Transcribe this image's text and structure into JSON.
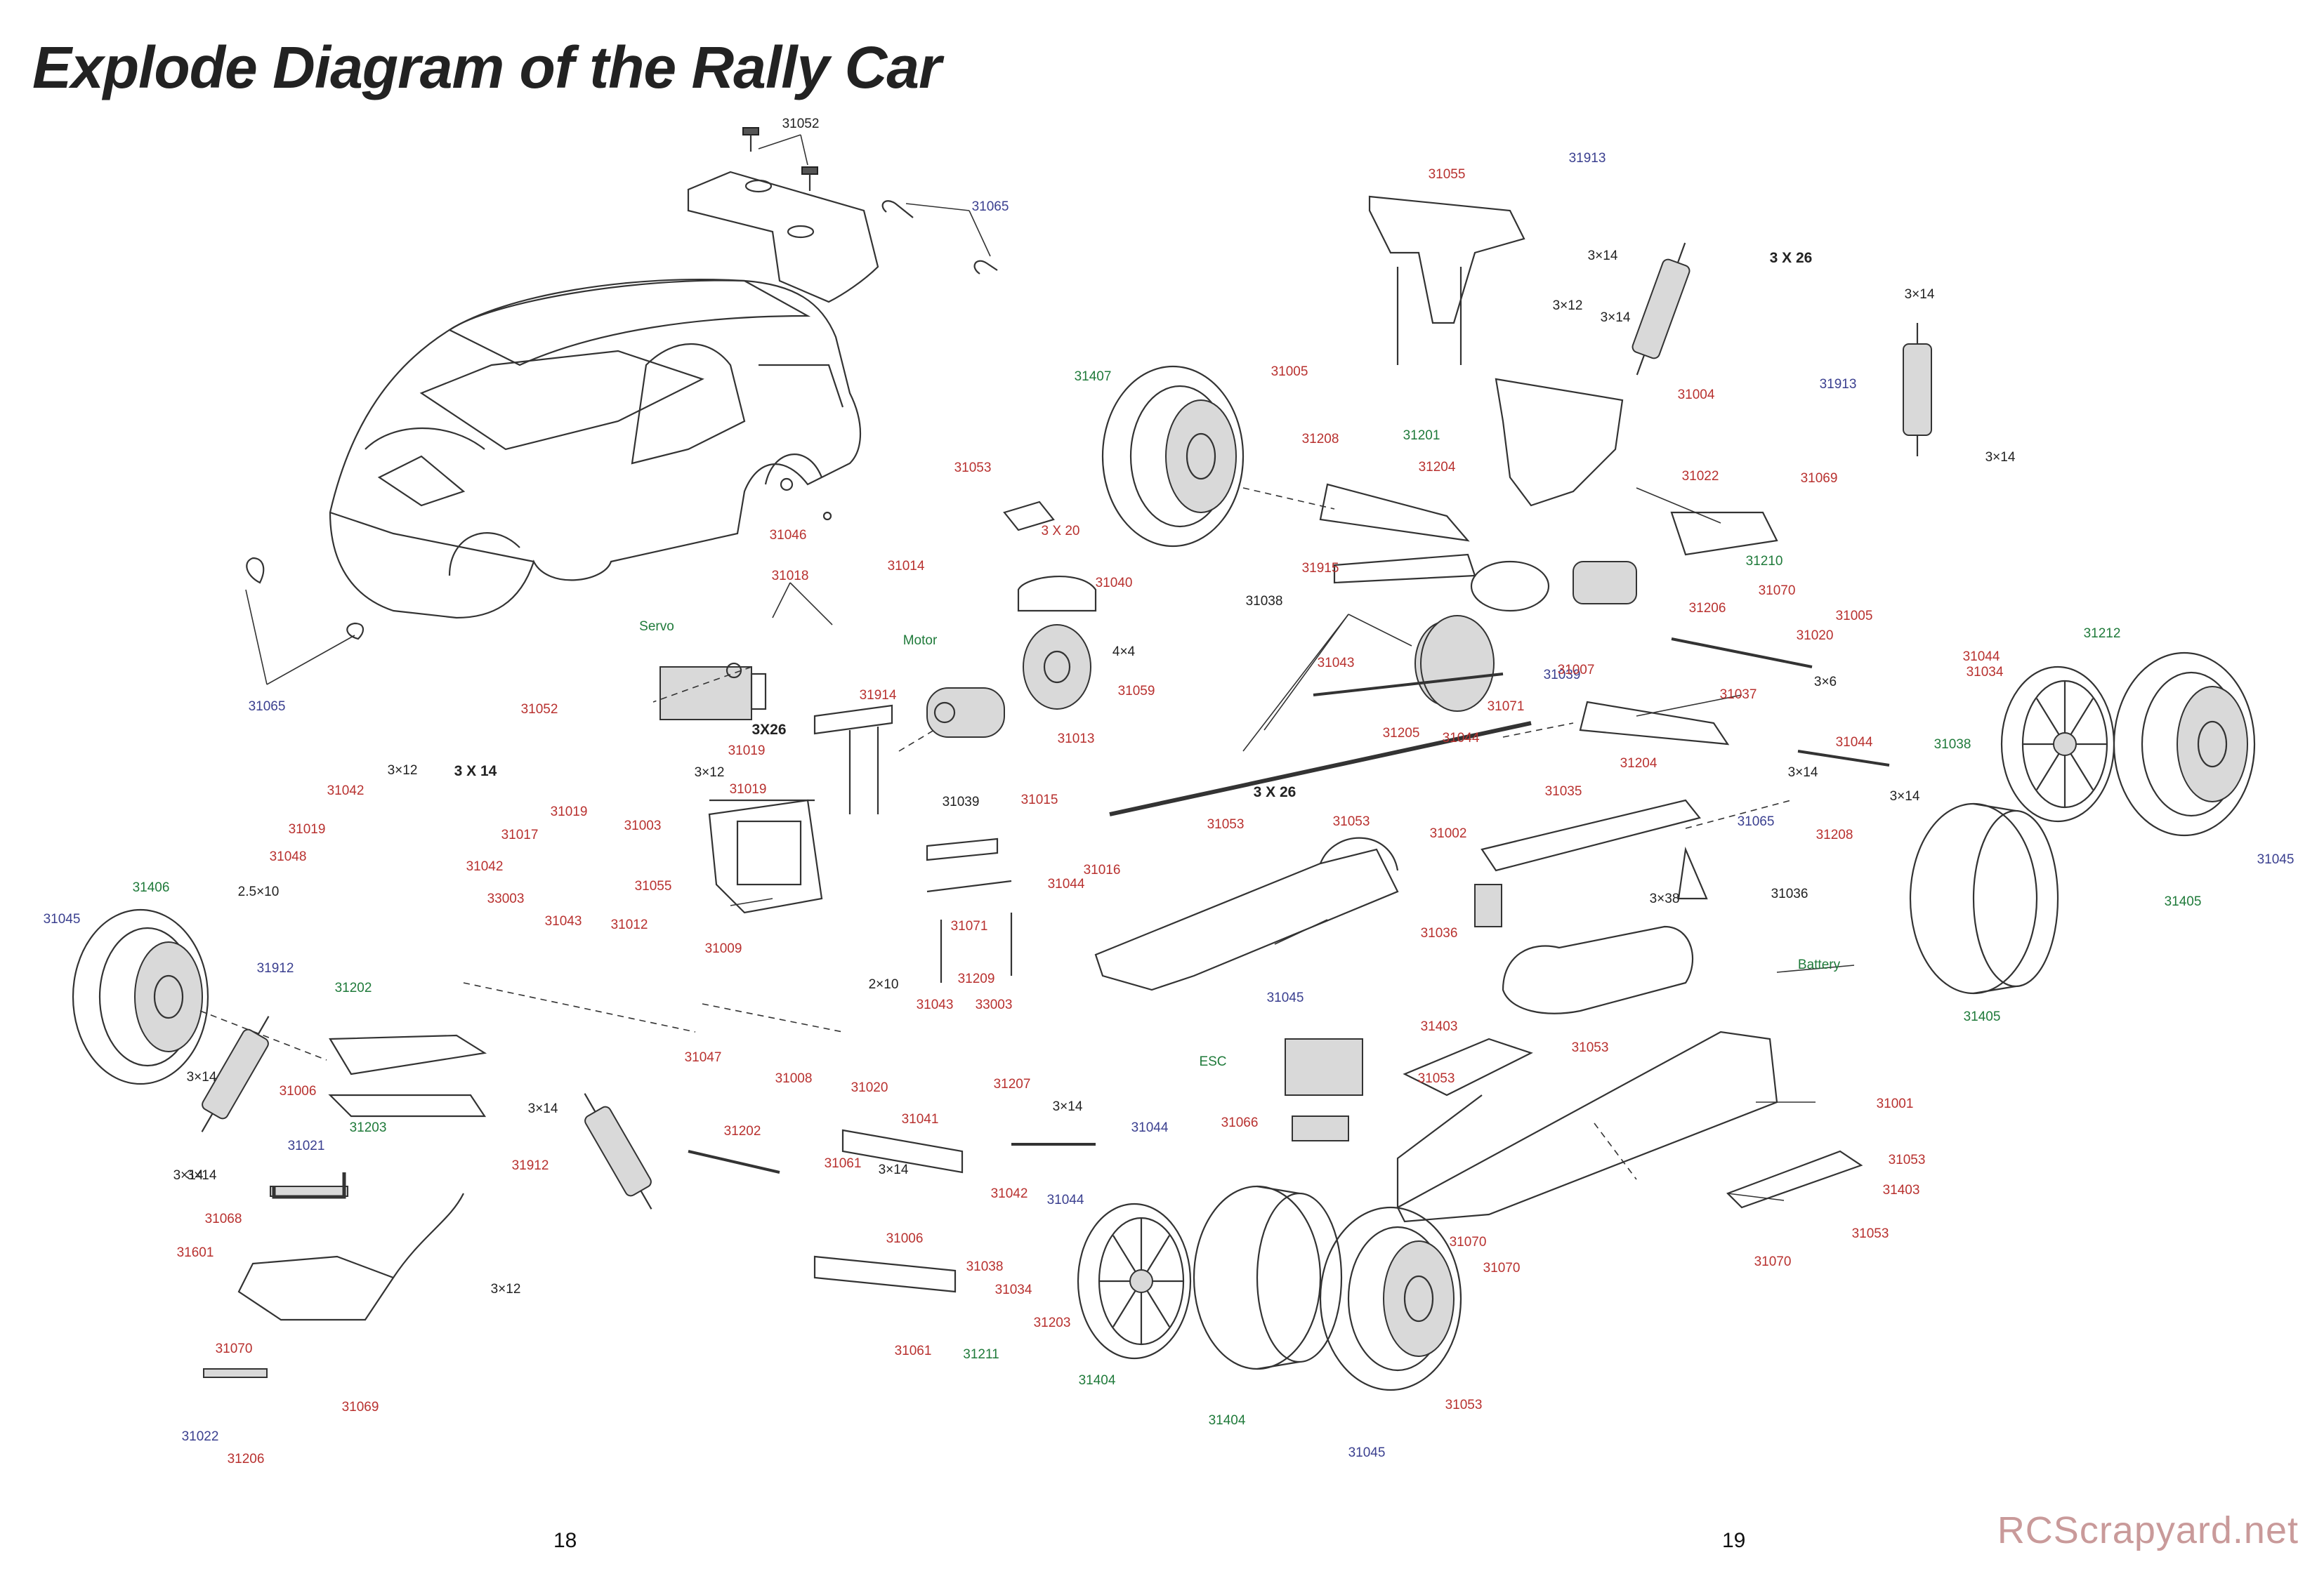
{
  "title": "Explode Diagram of the Rally Car",
  "page_left": "18",
  "page_right": "19",
  "watermark": "RCScrapyard.net",
  "colors": {
    "red": "#b8312f",
    "blue": "#3a3f8f",
    "green": "#1f7a3a",
    "black": "#222222"
  },
  "labels": [
    {
      "text": "31052",
      "color": "black"
    },
    {
      "text": "31065",
      "color": "blue"
    },
    {
      "text": "31046",
      "color": "red"
    },
    {
      "text": "31065",
      "color": "blue"
    },
    {
      "text": "31018",
      "color": "red"
    },
    {
      "text": "Servo",
      "color": "green"
    },
    {
      "text": "31052",
      "color": "red"
    },
    {
      "text": "Motor",
      "color": "green"
    },
    {
      "text": "31053",
      "color": "red"
    },
    {
      "text": "3 X 20",
      "color": "red"
    },
    {
      "text": "31014",
      "color": "red"
    },
    {
      "text": "31040",
      "color": "red"
    },
    {
      "text": "4×4",
      "color": "black"
    },
    {
      "text": "31059",
      "color": "red"
    },
    {
      "text": "31013",
      "color": "red"
    },
    {
      "text": "31914",
      "color": "red"
    },
    {
      "text": "3X26",
      "color": "black",
      "bold": true
    },
    {
      "text": "3×12",
      "color": "black"
    },
    {
      "text": "31003",
      "color": "red"
    },
    {
      "text": "31055",
      "color": "red"
    },
    {
      "text": "31019",
      "color": "red"
    },
    {
      "text": "3 X 14",
      "color": "black",
      "bold": true
    },
    {
      "text": "3×12",
      "color": "black"
    },
    {
      "text": "31042",
      "color": "red"
    },
    {
      "text": "31019",
      "color": "red"
    },
    {
      "text": "31019",
      "color": "red"
    },
    {
      "text": "31017",
      "color": "red"
    },
    {
      "text": "31042",
      "color": "red"
    },
    {
      "text": "31019",
      "color": "red"
    },
    {
      "text": "31048",
      "color": "red"
    },
    {
      "text": "2.5×10",
      "color": "black"
    },
    {
      "text": "31406",
      "color": "green"
    },
    {
      "text": "31045",
      "color": "blue"
    },
    {
      "text": "33003",
      "color": "red"
    },
    {
      "text": "31043",
      "color": "red"
    },
    {
      "text": "31012",
      "color": "red"
    },
    {
      "text": "31009",
      "color": "red"
    },
    {
      "text": "31912",
      "color": "blue"
    },
    {
      "text": "31202",
      "color": "green"
    },
    {
      "text": "3×14",
      "color": "black"
    },
    {
      "text": "31006",
      "color": "red"
    },
    {
      "text": "31203",
      "color": "green"
    },
    {
      "text": "31047",
      "color": "red"
    },
    {
      "text": "31008",
      "color": "red"
    },
    {
      "text": "2×10",
      "color": "black"
    },
    {
      "text": "31043",
      "color": "red"
    },
    {
      "text": "33003",
      "color": "red"
    },
    {
      "text": "3×14",
      "color": "black"
    },
    {
      "text": "3×14",
      "color": "black"
    },
    {
      "text": "31021",
      "color": "blue"
    },
    {
      "text": "31912",
      "color": "red"
    },
    {
      "text": "31068",
      "color": "red"
    },
    {
      "text": "3×14",
      "color": "black"
    },
    {
      "text": "31601",
      "color": "red"
    },
    {
      "text": "3×12",
      "color": "black"
    },
    {
      "text": "31070",
      "color": "red"
    },
    {
      "text": "31069",
      "color": "red"
    },
    {
      "text": "31022",
      "color": "blue"
    },
    {
      "text": "31206",
      "color": "red"
    },
    {
      "text": "31202",
      "color": "red"
    },
    {
      "text": "31020",
      "color": "red"
    },
    {
      "text": "31061",
      "color": "red"
    },
    {
      "text": "31041",
      "color": "red"
    },
    {
      "text": "3×14",
      "color": "black"
    },
    {
      "text": "31207",
      "color": "red"
    },
    {
      "text": "3×14",
      "color": "black"
    },
    {
      "text": "31044",
      "color": "blue"
    },
    {
      "text": "31042",
      "color": "red"
    },
    {
      "text": "31044",
      "color": "blue"
    },
    {
      "text": "31006",
      "color": "red"
    },
    {
      "text": "31038",
      "color": "red"
    },
    {
      "text": "31034",
      "color": "red"
    },
    {
      "text": "31203",
      "color": "red"
    },
    {
      "text": "31061",
      "color": "red"
    },
    {
      "text": "31211",
      "color": "green"
    },
    {
      "text": "31404",
      "color": "green"
    },
    {
      "text": "31404",
      "color": "green"
    },
    {
      "text": "31045",
      "color": "blue"
    },
    {
      "text": "31053",
      "color": "red"
    },
    {
      "text": "31039",
      "color": "black"
    },
    {
      "text": "31015",
      "color": "red"
    },
    {
      "text": "31071",
      "color": "red"
    },
    {
      "text": "31044",
      "color": "red"
    },
    {
      "text": "31016",
      "color": "red"
    },
    {
      "text": "31209",
      "color": "red"
    },
    {
      "text": "31038",
      "color": "black"
    },
    {
      "text": "31043",
      "color": "red"
    },
    {
      "text": "31205",
      "color": "red"
    },
    {
      "text": "3 X 26",
      "color": "black",
      "bold": true
    },
    {
      "text": "31053",
      "color": "red"
    },
    {
      "text": "31053",
      "color": "red"
    },
    {
      "text": "31002",
      "color": "red"
    },
    {
      "text": "31045",
      "color": "blue"
    },
    {
      "text": "31407",
      "color": "green"
    },
    {
      "text": "31005",
      "color": "red"
    },
    {
      "text": "31208",
      "color": "red"
    },
    {
      "text": "31204",
      "color": "red"
    },
    {
      "text": "31915",
      "color": "red"
    },
    {
      "text": "31055",
      "color": "red"
    },
    {
      "text": "31913",
      "color": "blue"
    },
    {
      "text": "3×14",
      "color": "black"
    },
    {
      "text": "3 X 26",
      "color": "black",
      "bold": true
    },
    {
      "text": "3×12",
      "color": "black"
    },
    {
      "text": "3×14",
      "color": "black"
    },
    {
      "text": "31004",
      "color": "red"
    },
    {
      "text": "31201",
      "color": "green"
    },
    {
      "text": "31044",
      "color": "red"
    },
    {
      "text": "31071",
      "color": "red"
    },
    {
      "text": "31039",
      "color": "blue"
    },
    {
      "text": "31007",
      "color": "red"
    },
    {
      "text": "31022",
      "color": "red"
    },
    {
      "text": "31069",
      "color": "red"
    },
    {
      "text": "31210",
      "color": "green"
    },
    {
      "text": "31070",
      "color": "red"
    },
    {
      "text": "31206",
      "color": "red"
    },
    {
      "text": "3×14",
      "color": "black"
    },
    {
      "text": "31913",
      "color": "blue"
    },
    {
      "text": "3×14",
      "color": "black"
    },
    {
      "text": "31020",
      "color": "red"
    },
    {
      "text": "3×6",
      "color": "black"
    },
    {
      "text": "31005",
      "color": "red"
    },
    {
      "text": "31044",
      "color": "red"
    },
    {
      "text": "31034",
      "color": "red"
    },
    {
      "text": "31212",
      "color": "green"
    },
    {
      "text": "31037",
      "color": "red"
    },
    {
      "text": "31044",
      "color": "red"
    },
    {
      "text": "31038",
      "color": "green"
    },
    {
      "text": "31204",
      "color": "red"
    },
    {
      "text": "3×14",
      "color": "black"
    },
    {
      "text": "3×14",
      "color": "black"
    },
    {
      "text": "31208",
      "color": "red"
    },
    {
      "text": "31035",
      "color": "red"
    },
    {
      "text": "31065",
      "color": "blue"
    },
    {
      "text": "3×38",
      "color": "black"
    },
    {
      "text": "31036",
      "color": "black"
    },
    {
      "text": "31036",
      "color": "red"
    },
    {
      "text": "Battery",
      "color": "green"
    },
    {
      "text": "31045",
      "color": "blue"
    },
    {
      "text": "31405",
      "color": "green"
    },
    {
      "text": "31405",
      "color": "green"
    },
    {
      "text": "31403",
      "color": "red"
    },
    {
      "text": "31053",
      "color": "red"
    },
    {
      "text": "ESC",
      "color": "green"
    },
    {
      "text": "31053",
      "color": "red"
    },
    {
      "text": "31066",
      "color": "red"
    },
    {
      "text": "31001",
      "color": "red"
    },
    {
      "text": "31053",
      "color": "red"
    },
    {
      "text": "31403",
      "color": "red"
    },
    {
      "text": "31053",
      "color": "red"
    },
    {
      "text": "31070",
      "color": "red"
    },
    {
      "text": "31070",
      "color": "red"
    },
    {
      "text": "31070",
      "color": "red"
    }
  ]
}
